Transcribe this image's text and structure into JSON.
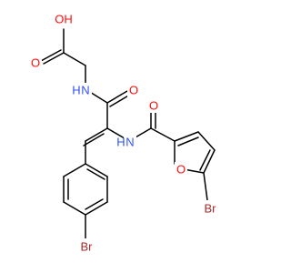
{
  "colors": {
    "O": "#ff0d0d",
    "N": "#3050f8",
    "Br": "#a62929",
    "bond": "#000000"
  },
  "atoms": [
    {
      "id": "oh",
      "label": "OH",
      "element": "O"
    },
    {
      "id": "o_acid",
      "label": "O",
      "element": "O"
    },
    {
      "id": "n_gly",
      "label": "N",
      "element": "N"
    },
    {
      "id": "h_gly",
      "label": "H",
      "element": "N"
    },
    {
      "id": "o_amide1",
      "label": "O",
      "element": "O"
    },
    {
      "id": "o_amide2",
      "label": "O",
      "element": "O"
    },
    {
      "id": "n_enam",
      "label": "N",
      "element": "N"
    },
    {
      "id": "h_enam",
      "label": "H",
      "element": "N"
    },
    {
      "id": "o_furan",
      "label": "O",
      "element": "O"
    },
    {
      "id": "br_furan",
      "label": "Br",
      "element": "Br"
    },
    {
      "id": "br_phenyl",
      "label": "Br",
      "element": "Br"
    }
  ]
}
